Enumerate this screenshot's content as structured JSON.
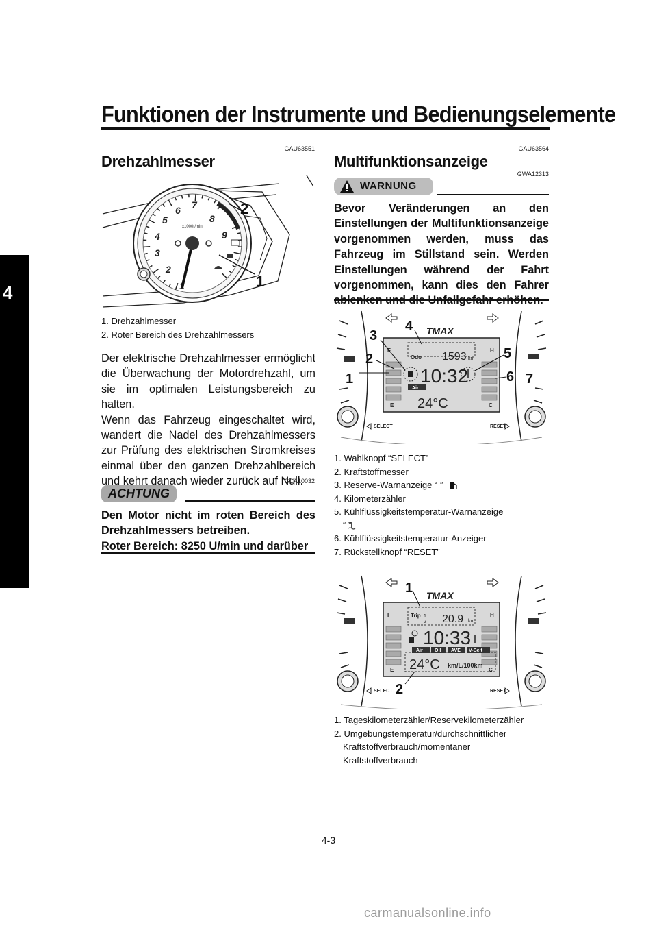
{
  "header": {
    "title": "Funktionen der Instrumente und Bedienungselemente",
    "chapter": "4"
  },
  "left": {
    "code1": "GAU63551",
    "heading": "Drehzahlmesser",
    "fig1_callouts": [
      "1",
      "2"
    ],
    "fig1_captions": [
      "1. Drehzahlmesser",
      "2. Roter Bereich des Drehzahlmessers"
    ],
    "tach_numbers": [
      "1",
      "2",
      "3",
      "4",
      "5",
      "6",
      "7",
      "8",
      "9"
    ],
    "tach_unit": "x1000r/min",
    "paragraph1": "Der elektrische Drehzahlmesser ermöglicht die Überwachung der Motordrehzahl, um sie im optimalen Leistungsbereich zu halten.",
    "paragraph2": "Wenn das Fahrzeug eingeschaltet wird, wandert die Nadel des Drehzahlmessers zur Prüfung des elektrischen Stromkreises einmal über den ganzen Drehzahlbereich und kehrt danach wieder zurück auf Null.",
    "code2": "GCA10032",
    "caution_label": "ACHTUNG",
    "caution_text_1": "Den Motor nicht im roten Bereich des Drehzahlmessers betreiben.",
    "caution_text_2": "Roter Bereich: 8250 U/min und darüber"
  },
  "right": {
    "code1": "GAU63564",
    "heading": "Multifunktionsanzeige",
    "code2": "GWA12313",
    "warning_label": "WARNUNG",
    "warning_text": "Bevor Veränderungen an den Einstellungen der Multifunktionsanzeige vorgenommen werden, muss das Fahrzeug im Stillstand sein. Werden Einstellungen während der Fahrt vorgenommen, kann dies den Fahrer ablenken und die Unfallgefahr erhöhen.",
    "fig2": {
      "callouts": [
        "1",
        "2",
        "3",
        "4",
        "5",
        "6",
        "7"
      ],
      "lcd_odo_label": "Odo",
      "lcd_odo_value": "1593",
      "lcd_unit": "km",
      "lcd_clock": "10:32",
      "lcd_temp": "24°C",
      "lcd_air": "Air",
      "lcd_f": "F",
      "lcd_e": "E",
      "lcd_h": "H",
      "lcd_c": "C",
      "select": "SELECT",
      "reset": "RESET"
    },
    "fig2_captions": [
      "1. Wahlknopf “SELECT”",
      "2. Kraftstoffmesser",
      "3. Reserve-Warnanzeige “ ”",
      "4. Kilometerzähler",
      "5. Kühlflüssigkeitstemperatur-Warnanzeige",
      "“ ”",
      "6. Kühlflüssigkeitstemperatur-Anzeiger",
      "7.  Rückstellknopf “RESET”"
    ],
    "fig3": {
      "callouts": [
        "1",
        "2"
      ],
      "lcd_trip_label": "Trip",
      "lcd_trip_num1": "1",
      "lcd_trip_num2": "2",
      "lcd_trip_value": "20.9",
      "lcd_unit": "km",
      "lcd_clock": "10:33",
      "lcd_temp": "24°C",
      "lcd_consumption_unit": "km/L/100km",
      "lcd_tabs": [
        "Air",
        "Oil",
        "AVE",
        "V-Belt"
      ],
      "lcd_f": "F",
      "lcd_e": "E",
      "lcd_h": "H",
      "lcd_c": "C",
      "select": "SELECT",
      "reset": "RESET"
    },
    "fig3_captions": [
      "1. Tageskilometerzähler/Reservekilometerzähler",
      "2. Umgebungstemperatur/durchschnittlicher",
      "Kraftstoffverbrauch/momentaner",
      "Kraftstoffverbrauch"
    ]
  },
  "footer": {
    "page_number": "4-3",
    "watermark": "carmanualsonline.info"
  }
}
